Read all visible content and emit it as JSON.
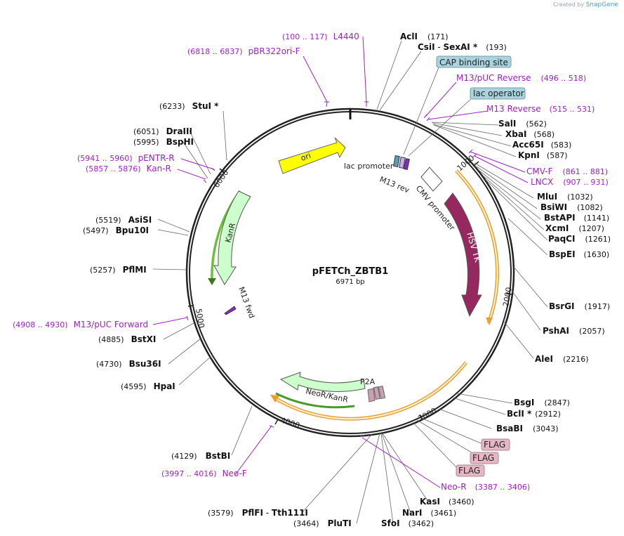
{
  "watermark": {
    "prefix": "Created by",
    "brand": "SnapGene"
  },
  "plasmid": {
    "name": "pFETCh_ZBTB1",
    "length": "6971 bp"
  },
  "ticks": [
    "1000",
    "2000",
    "3000",
    "4000",
    "5000",
    "6000"
  ],
  "features": {
    "ori": "ori",
    "kanr": "KanR",
    "hsvtk": "HSV TK",
    "cmv": "CMV promoter",
    "neokan": "NeoR/KanR",
    "p2a": "P2A",
    "lac_promoter": "lac promoter",
    "m13rev": "M13 rev",
    "m13fwd": "M13 fwd"
  },
  "boxed": {
    "cap": "CAP binding site",
    "lacop": "lac operator",
    "flag1": "FLAG",
    "flag2": "FLAG",
    "flag3": "FLAG"
  },
  "sites": {
    "acli": {
      "name": "AclI",
      "pos": "(171)"
    },
    "csii": {
      "name": "CsiI",
      "sep": " - ",
      "name2": "SexAI *",
      "pos": "(193)"
    },
    "sali": {
      "name": "SalI",
      "pos": "(562)"
    },
    "xbai": {
      "name": "XbaI",
      "pos": "(568)"
    },
    "acc65i": {
      "name": "Acc65I",
      "pos": "(583)"
    },
    "kpni": {
      "name": "KpnI",
      "pos": "(587)"
    },
    "mlui": {
      "name": "MluI",
      "pos": "(1032)"
    },
    "bsiwi": {
      "name": "BsiWI",
      "pos": "(1082)"
    },
    "bstapi": {
      "name": "BstAPI",
      "pos": "(1141)"
    },
    "xcmi": {
      "name": "XcmI",
      "pos": "(1207)"
    },
    "paqci": {
      "name": "PaqCI",
      "pos": "(1261)"
    },
    "bspei": {
      "name": "BspEI",
      "pos": "(1630)"
    },
    "bsrgi": {
      "name": "BsrGI",
      "pos": "(1917)"
    },
    "pshai": {
      "name": "PshAI",
      "pos": "(2057)"
    },
    "alei": {
      "name": "AleI",
      "pos": "(2216)"
    },
    "bsgi": {
      "name": "BsgI",
      "pos": "(2847)"
    },
    "bcli": {
      "name": "BclI *",
      "pos": "(2912)"
    },
    "bsabi": {
      "name": "BsaBI",
      "pos": "(3043)"
    },
    "kasi": {
      "name": "KasI",
      "pos": "(3460)"
    },
    "nari": {
      "name": "NarI",
      "pos": "(3461)"
    },
    "sfoi": {
      "name": "SfoI",
      "pos": "(3462)"
    },
    "pluti": {
      "name": "PluTI",
      "pos": "(3464)"
    },
    "pflfi": {
      "name": "PflFI",
      "sep": " - ",
      "name2": "Tth111I",
      "pos": "(3579)"
    },
    "bstbi": {
      "name": "BstBI",
      "pos": "(4129)"
    },
    "hpai": {
      "name": "HpaI",
      "pos": "(4595)"
    },
    "bsu36i": {
      "name": "Bsu36I",
      "pos": "(4730)"
    },
    "bstxi": {
      "name": "BstXI",
      "pos": "(4885)"
    },
    "pflmi": {
      "name": "PflMI",
      "pos": "(5257)"
    },
    "bpu10i": {
      "name": "Bpu10I",
      "pos": "(5497)"
    },
    "asisi": {
      "name": "AsiSI",
      "pos": "(5519)"
    },
    "bsphi": {
      "name": "BspHI",
      "pos": "(5995)"
    },
    "draiii": {
      "name": "DraIII",
      "pos": "(6051)"
    },
    "stui": {
      "name": "StuI *",
      "pos": "(6233)"
    }
  },
  "primers": {
    "l4440": {
      "range": "(100 .. 117)",
      "name": "L4440"
    },
    "pbr": {
      "range": "(6818 .. 6837)",
      "name": "pBR322ori-F"
    },
    "m13puc_rev": {
      "name": "M13/pUC Reverse",
      "range": "(496 .. 518)"
    },
    "m13_rev": {
      "name": "M13 Reverse",
      "range": "(515 .. 531)"
    },
    "cmvf": {
      "name": "CMV-F",
      "range": "(861 .. 881)"
    },
    "lncx": {
      "name": "LNCX",
      "range": "(907 .. 931)"
    },
    "neor": {
      "name": "Neo-R",
      "range": "(3387 .. 3406)"
    },
    "neof": {
      "range": "(3997 .. 4016)",
      "name": "Neo-F"
    },
    "m13puc_fwd": {
      "range": "(4908 .. 4930)",
      "name": "M13/pUC Forward"
    },
    "pentr": {
      "range": "(5941 .. 5960)",
      "name": "pENTR-R"
    },
    "kanr": {
      "range": "(5857 .. 5876)",
      "name": "Kan-R"
    }
  },
  "colors": {
    "primer": "#a020c8",
    "ori": "#ffff00",
    "kanr": "#ccffcc",
    "hsvtk": "#96285f",
    "neokan": "#ccffcc",
    "orf": "#e8a030",
    "box_blue": "#a9d3df",
    "box_pink": "#e6b6c4"
  }
}
